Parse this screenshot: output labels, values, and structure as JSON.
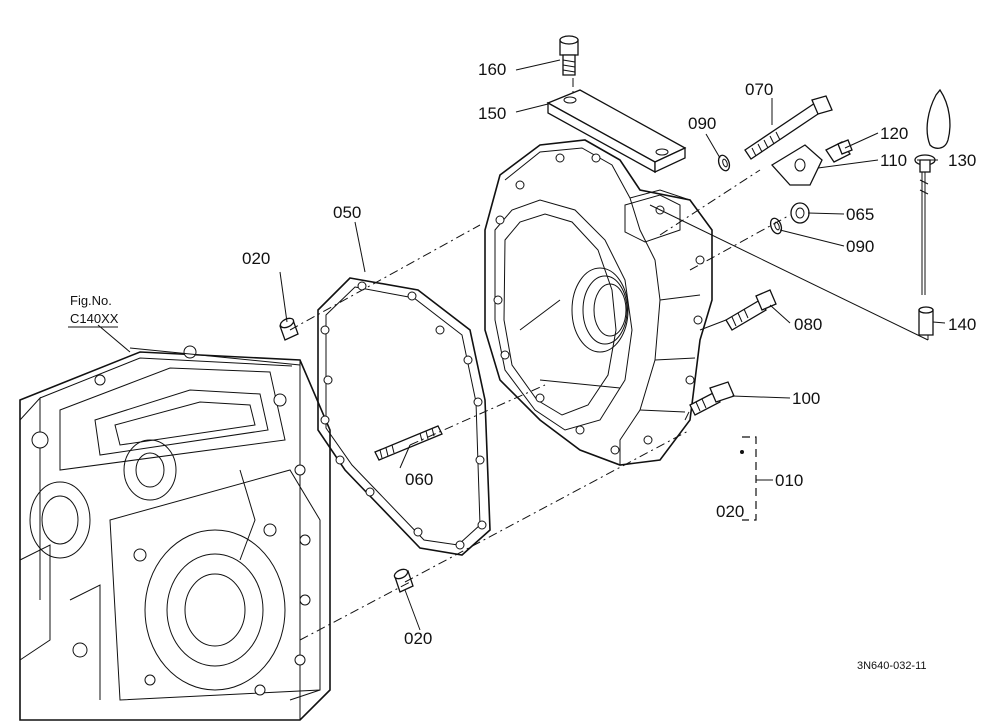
{
  "figure_ref": "3N640-032-11",
  "fig_note": {
    "line1": "Fig.No.",
    "line2": "C140XX"
  },
  "callouts": [
    {
      "id": "160",
      "text": "160"
    },
    {
      "id": "150",
      "text": "150"
    },
    {
      "id": "070",
      "text": "070"
    },
    {
      "id": "090-top",
      "text": "090"
    },
    {
      "id": "120",
      "text": "120"
    },
    {
      "id": "110",
      "text": "110"
    },
    {
      "id": "130",
      "text": "130"
    },
    {
      "id": "050",
      "text": "050"
    },
    {
      "id": "065",
      "text": "065"
    },
    {
      "id": "090-mid",
      "text": "090"
    },
    {
      "id": "020-top",
      "text": "020"
    },
    {
      "id": "080",
      "text": "080"
    },
    {
      "id": "140",
      "text": "140"
    },
    {
      "id": "100",
      "text": "100"
    },
    {
      "id": "060",
      "text": "060"
    },
    {
      "id": "010",
      "text": "010"
    },
    {
      "id": "020-assy",
      "text": "020"
    },
    {
      "id": "020-bottom",
      "text": "020"
    }
  ]
}
